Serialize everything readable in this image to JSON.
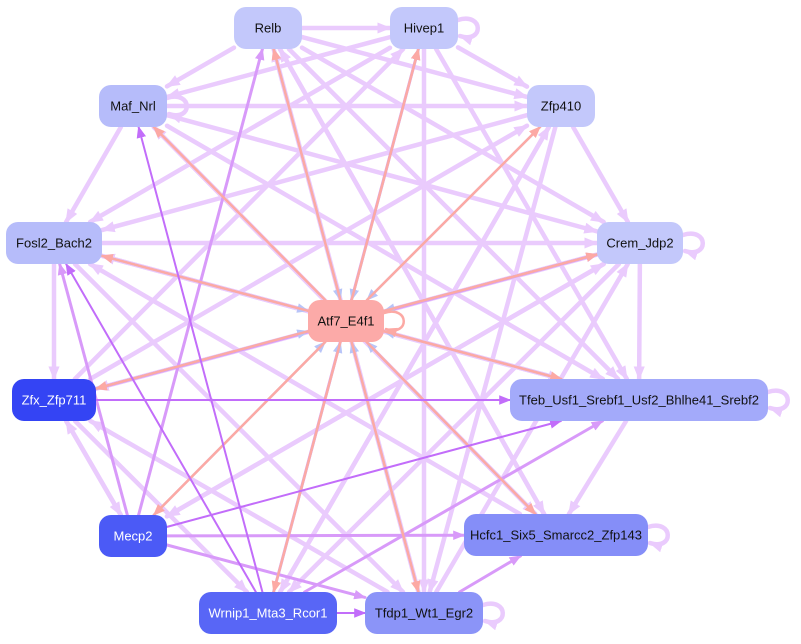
{
  "title": "Transcription factor regulatory network",
  "colors": {
    "edge_default": "#eacbfd",
    "edge_strong": "#c26dfa",
    "edge_medium": "#d89af9",
    "edge_red": "#fca9a4",
    "edge_blue": "#b8c4f8",
    "text_dark": "#111111",
    "text_light": "#ffffff"
  },
  "nodes": [
    {
      "id": "Relb",
      "label": "Relb",
      "fill": "#c3c8fb",
      "text": "dark"
    },
    {
      "id": "Hivep1",
      "label": "Hivep1",
      "fill": "#c3c8fb",
      "text": "dark"
    },
    {
      "id": "Maf_Nrl",
      "label": "Maf_Nrl",
      "fill": "#b6bcfa",
      "text": "dark"
    },
    {
      "id": "Zfp410",
      "label": "Zfp410",
      "fill": "#c3c8fb",
      "text": "dark"
    },
    {
      "id": "Fosl2_Bach2",
      "label": "Fosl2_Bach2",
      "fill": "#b6bcfa",
      "text": "dark"
    },
    {
      "id": "Crem_Jdp2",
      "label": "Crem_Jdp2",
      "fill": "#c3c8fb",
      "text": "dark"
    },
    {
      "id": "Atf7_E4f1",
      "label": "Atf7_E4f1",
      "fill": "#fcaaa8",
      "text": "dark"
    },
    {
      "id": "Zfx_Zfp711",
      "label": "Zfx_Zfp711",
      "fill": "#3444f4",
      "text": "light"
    },
    {
      "id": "Tfeb",
      "label": "Tfeb_Usf1_Srebf1_Usf2_Bhlhe41_Srebf2",
      "fill": "#a3aafa",
      "text": "dark"
    },
    {
      "id": "Mecp2",
      "label": "Mecp2",
      "fill": "#4b5af6",
      "text": "light"
    },
    {
      "id": "Hcfc1",
      "label": "Hcfc1_Six5_Smarcc2_Zfp143",
      "fill": "#858ef8",
      "text": "dark"
    },
    {
      "id": "Wrnip1",
      "label": "Wrnip1_Mta3_Rcor1",
      "fill": "#5866f6",
      "text": "light"
    },
    {
      "id": "Tfdp1",
      "label": "Tfdp1_Wt1_Egr2",
      "fill": "#8b94f8",
      "text": "dark"
    }
  ],
  "edges": [
    {
      "from": "Relb",
      "to": "Hivep1",
      "style": "default"
    },
    {
      "from": "Relb",
      "to": "Maf_Nrl",
      "style": "default"
    },
    {
      "from": "Relb",
      "to": "Zfp410",
      "style": "default"
    },
    {
      "from": "Relb",
      "to": "Crem_Jdp2",
      "style": "default"
    },
    {
      "from": "Relb",
      "to": "Tfeb",
      "style": "default"
    },
    {
      "from": "Relb",
      "to": "Hcfc1",
      "style": "default"
    },
    {
      "from": "Hivep1",
      "to": "Hivep1",
      "style": "default"
    },
    {
      "from": "Hivep1",
      "to": "Maf_Nrl",
      "style": "default"
    },
    {
      "from": "Hivep1",
      "to": "Zfp410",
      "style": "default"
    },
    {
      "from": "Hivep1",
      "to": "Fosl2_Bach2",
      "style": "default"
    },
    {
      "from": "Hivep1",
      "to": "Tfeb",
      "style": "default"
    },
    {
      "from": "Hivep1",
      "to": "Tfdp1",
      "style": "default"
    },
    {
      "from": "Maf_Nrl",
      "to": "Maf_Nrl",
      "style": "default"
    },
    {
      "from": "Maf_Nrl",
      "to": "Zfp410",
      "style": "default"
    },
    {
      "from": "Maf_Nrl",
      "to": "Crem_Jdp2",
      "style": "default"
    },
    {
      "from": "Maf_Nrl",
      "to": "Fosl2_Bach2",
      "style": "default"
    },
    {
      "from": "Maf_Nrl",
      "to": "Tfeb",
      "style": "default"
    },
    {
      "from": "Maf_Nrl",
      "to": "Hcfc1",
      "style": "default"
    },
    {
      "from": "Zfp410",
      "to": "Crem_Jdp2",
      "style": "default"
    },
    {
      "from": "Zfp410",
      "to": "Fosl2_Bach2",
      "style": "default"
    },
    {
      "from": "Zfp410",
      "to": "Wrnip1",
      "style": "default"
    },
    {
      "from": "Zfp410",
      "to": "Tfdp1",
      "style": "default"
    },
    {
      "from": "Fosl2_Bach2",
      "to": "Crem_Jdp2",
      "style": "default"
    },
    {
      "from": "Fosl2_Bach2",
      "to": "Zfx_Zfp711",
      "style": "default"
    },
    {
      "from": "Fosl2_Bach2",
      "to": "Tfeb",
      "style": "default"
    },
    {
      "from": "Fosl2_Bach2",
      "to": "Tfdp1",
      "style": "default"
    },
    {
      "from": "Crem_Jdp2",
      "to": "Crem_Jdp2",
      "style": "default"
    },
    {
      "from": "Crem_Jdp2",
      "to": "Tfeb",
      "style": "default"
    },
    {
      "from": "Crem_Jdp2",
      "to": "Zfx_Zfp711",
      "style": "default"
    },
    {
      "from": "Crem_Jdp2",
      "to": "Mecp2",
      "style": "default"
    },
    {
      "from": "Crem_Jdp2",
      "to": "Wrnip1",
      "style": "default"
    },
    {
      "from": "Tfeb",
      "to": "Tfeb",
      "style": "default"
    },
    {
      "from": "Tfeb",
      "to": "Hcfc1",
      "style": "default"
    },
    {
      "from": "Tfeb",
      "to": "Fosl2_Bach2",
      "style": "default"
    },
    {
      "from": "Hcfc1",
      "to": "Hcfc1",
      "style": "default"
    },
    {
      "from": "Hcfc1",
      "to": "Relb",
      "style": "default"
    },
    {
      "from": "Hcfc1",
      "to": "Maf_Nrl",
      "style": "default"
    },
    {
      "from": "Hcfc1",
      "to": "Fosl2_Bach2",
      "style": "default"
    },
    {
      "from": "Tfdp1",
      "to": "Tfdp1",
      "style": "default"
    },
    {
      "from": "Tfdp1",
      "to": "Hcfc1",
      "style": "medium"
    },
    {
      "from": "Tfdp1",
      "to": "Relb",
      "style": "default"
    },
    {
      "from": "Tfdp1",
      "to": "Zfx_Zfp711",
      "style": "default"
    },
    {
      "from": "Tfdp1",
      "to": "Crem_Jdp2",
      "style": "default"
    },
    {
      "from": "Wrnip1",
      "to": "Tfdp1",
      "style": "strong"
    },
    {
      "from": "Wrnip1",
      "to": "Maf_Nrl",
      "style": "strong"
    },
    {
      "from": "Wrnip1",
      "to": "Fosl2_Bach2",
      "style": "strong"
    },
    {
      "from": "Wrnip1",
      "to": "Hivep1",
      "style": "medium"
    },
    {
      "from": "Wrnip1",
      "to": "Tfeb",
      "style": "medium"
    },
    {
      "from": "Wrnip1",
      "to": "Zfp410",
      "style": "default"
    },
    {
      "from": "Mecp2",
      "to": "Fosl2_Bach2",
      "style": "medium"
    },
    {
      "from": "Mecp2",
      "to": "Zfx_Zfp711",
      "style": "default"
    },
    {
      "from": "Mecp2",
      "to": "Relb",
      "style": "medium"
    },
    {
      "from": "Mecp2",
      "to": "Tfeb",
      "style": "strong"
    },
    {
      "from": "Mecp2",
      "to": "Hcfc1",
      "style": "medium"
    },
    {
      "from": "Mecp2",
      "to": "Tfdp1",
      "style": "medium"
    },
    {
      "from": "Mecp2",
      "to": "Crem_Jdp2",
      "style": "default"
    },
    {
      "from": "Zfx_Zfp711",
      "to": "Tfeb",
      "style": "strong"
    },
    {
      "from": "Zfx_Zfp711",
      "to": "Wrnip1",
      "style": "default"
    },
    {
      "from": "Zfx_Zfp711",
      "to": "Mecp2",
      "style": "default"
    },
    {
      "from": "Zfx_Zfp711",
      "to": "Hivep1",
      "style": "default"
    },
    {
      "from": "Zfx_Zfp711",
      "to": "Crem_Jdp2",
      "style": "medium"
    },
    {
      "from": "Zfx_Zfp711",
      "to": "Zfp410",
      "style": "default"
    },
    {
      "from": "Atf7_E4f1",
      "to": "Atf7_E4f1",
      "style": "red"
    },
    {
      "from": "Atf7_E4f1",
      "to": "Relb",
      "style": "red"
    },
    {
      "from": "Atf7_E4f1",
      "to": "Hivep1",
      "style": "red"
    },
    {
      "from": "Atf7_E4f1",
      "to": "Maf_Nrl",
      "style": "red"
    },
    {
      "from": "Atf7_E4f1",
      "to": "Zfp410",
      "style": "red"
    },
    {
      "from": "Atf7_E4f1",
      "to": "Crem_Jdp2",
      "style": "red"
    },
    {
      "from": "Atf7_E4f1",
      "to": "Fosl2_Bach2",
      "style": "red"
    },
    {
      "from": "Atf7_E4f1",
      "to": "Zfx_Zfp711",
      "style": "red"
    },
    {
      "from": "Atf7_E4f1",
      "to": "Tfeb",
      "style": "red"
    },
    {
      "from": "Atf7_E4f1",
      "to": "Mecp2",
      "style": "red"
    },
    {
      "from": "Atf7_E4f1",
      "to": "Hcfc1",
      "style": "red"
    },
    {
      "from": "Atf7_E4f1",
      "to": "Wrnip1",
      "style": "red"
    },
    {
      "from": "Atf7_E4f1",
      "to": "Tfdp1",
      "style": "red"
    },
    {
      "from": "Relb",
      "to": "Atf7_E4f1",
      "style": "blue"
    },
    {
      "from": "Hivep1",
      "to": "Atf7_E4f1",
      "style": "blue"
    },
    {
      "from": "Zfp410",
      "to": "Atf7_E4f1",
      "style": "blue"
    },
    {
      "from": "Crem_Jdp2",
      "to": "Atf7_E4f1",
      "style": "blue"
    },
    {
      "from": "Fosl2_Bach2",
      "to": "Atf7_E4f1",
      "style": "blue"
    },
    {
      "from": "Zfx_Zfp711",
      "to": "Atf7_E4f1",
      "style": "blue"
    },
    {
      "from": "Tfeb",
      "to": "Atf7_E4f1",
      "style": "blue"
    },
    {
      "from": "Mecp2",
      "to": "Atf7_E4f1",
      "style": "blue"
    },
    {
      "from": "Hcfc1",
      "to": "Atf7_E4f1",
      "style": "blue"
    },
    {
      "from": "Wrnip1",
      "to": "Atf7_E4f1",
      "style": "blue"
    },
    {
      "from": "Tfdp1",
      "to": "Atf7_E4f1",
      "style": "blue"
    }
  ]
}
